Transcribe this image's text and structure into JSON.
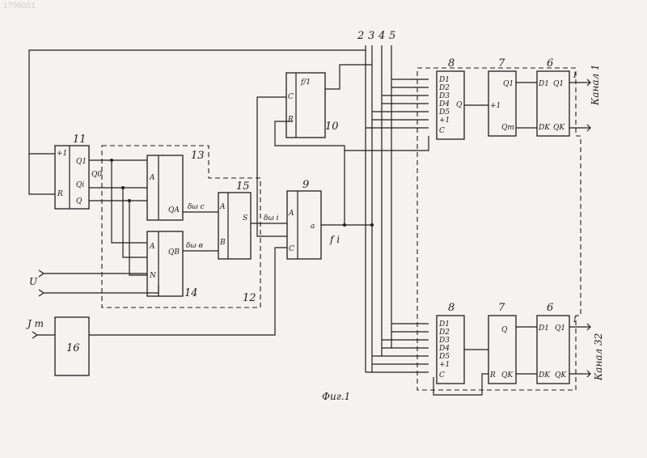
{
  "doc_id": "1798051",
  "figure_caption": "Фиг.1",
  "bus_numbers": [
    "2",
    "3",
    "4",
    "5"
  ],
  "input_u": "U",
  "input_jt": "J т",
  "blocks": {
    "b11": {
      "number": "11",
      "pins": [
        "+1",
        "R",
        "Q1",
        "Qi",
        "Q"
      ]
    },
    "b13": {
      "number": "13",
      "pins": [
        "A",
        "QA"
      ]
    },
    "b14": {
      "number": "14",
      "pins": [
        "A",
        "N",
        "QB"
      ]
    },
    "b12": {
      "number": "12"
    },
    "b15": {
      "number": "15",
      "pins": [
        "A",
        "B",
        "S"
      ]
    },
    "b9": {
      "number": "9",
      "pins": [
        "A",
        "C",
        "a"
      ]
    },
    "b10": {
      "number": "10",
      "pins": [
        "C",
        "R",
        "f/1"
      ]
    },
    "b16": {
      "number": "16"
    },
    "b8_top": {
      "number": "8",
      "pins": [
        "D1",
        "D2",
        "D3",
        "D4",
        "D5",
        "+1",
        "C",
        "Q"
      ]
    },
    "b7_top": {
      "number": "7",
      "pins": [
        "+1",
        "Q1",
        "Qm"
      ]
    },
    "b6_top": {
      "number": "6",
      "pins": [
        "D1",
        "Q1",
        "DK",
        "QK"
      ]
    },
    "b8_bot": {
      "number": "8",
      "pins": [
        "D1",
        "D2",
        "D3",
        "D4",
        "D5",
        "+1",
        "C"
      ]
    },
    "b7_bot": {
      "number": "7",
      "pins": [
        "Q",
        "R",
        "QK"
      ]
    },
    "b6_bot": {
      "number": "6",
      "pins": [
        "D1",
        "Q1",
        "DK",
        "QK"
      ]
    }
  },
  "signals": {
    "q_out": "Q0",
    "d_omega_c": "δω c",
    "d_omega_b": "δω в",
    "d_omega_i": "δω i",
    "f_i": "f i"
  },
  "channels": {
    "top": {
      "tap": "1",
      "name": "Канал 1"
    },
    "bottom": {
      "tap": "1",
      "name": "Канал 32"
    }
  }
}
